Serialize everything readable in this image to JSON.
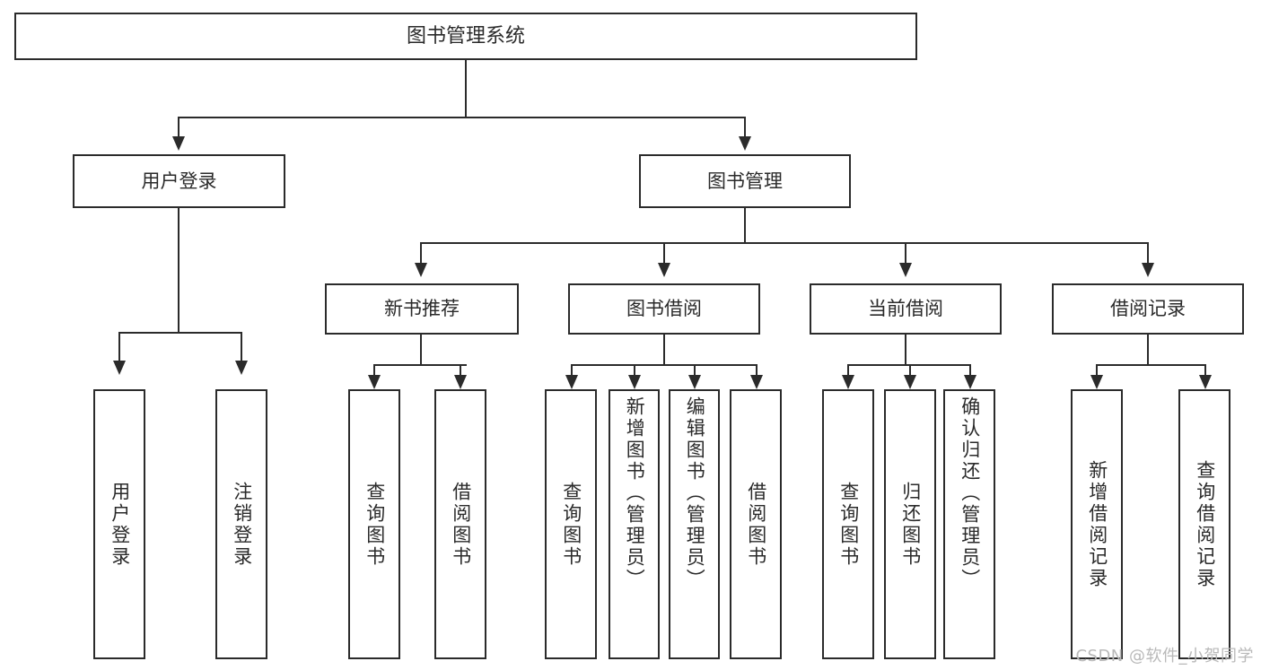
{
  "diagram": {
    "title": "图书管理系统",
    "type": "tree-hierarchy",
    "root": {
      "label": "图书管理系统"
    },
    "level2": [
      {
        "label": "用户登录"
      },
      {
        "label": "图书管理"
      }
    ],
    "level3": [
      {
        "label": "新书推荐"
      },
      {
        "label": "图书借阅"
      },
      {
        "label": "当前借阅"
      },
      {
        "label": "借阅记录"
      }
    ],
    "leaves": {
      "user_login": [
        {
          "label": "用户登录"
        },
        {
          "label": "注销登录"
        }
      ],
      "new_book_recommend": [
        {
          "label": "查询图书"
        },
        {
          "label": "借阅图书"
        }
      ],
      "book_borrow": [
        {
          "label": "查询图书"
        },
        {
          "label": "新增图书（管理员）"
        },
        {
          "label": "编辑图书（管理员）"
        },
        {
          "label": "借阅图书"
        }
      ],
      "current_borrow": [
        {
          "label": "查询图书"
        },
        {
          "label": "归还图书"
        },
        {
          "label": "确认归还（管理员）"
        }
      ],
      "borrow_record": [
        {
          "label": "新增借阅记录"
        },
        {
          "label": "查询借阅记录"
        }
      ]
    }
  },
  "watermark": {
    "text": "CSDN @软件_小贺同学"
  },
  "colors": {
    "stroke": "#2b2b2b",
    "text": "#2a2a2a",
    "background": "#ffffff",
    "watermark": "#b9b9b9"
  }
}
